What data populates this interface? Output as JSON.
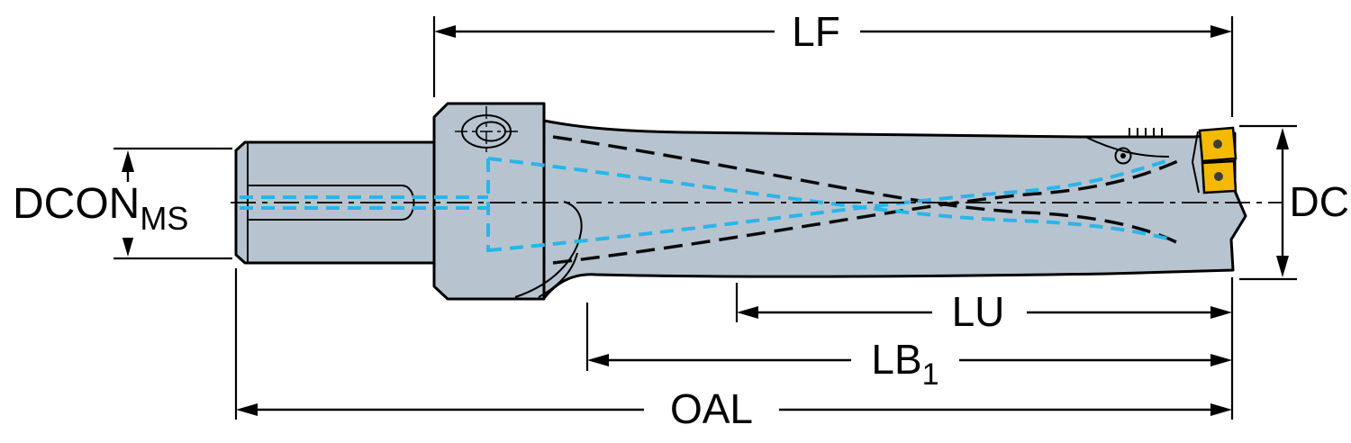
{
  "diagram": {
    "name": "indexable-insert-drill-dimension-diagram",
    "dimensions": {
      "lf": {
        "label": "LF"
      },
      "dcon": {
        "label": "DCON",
        "subscript": "MS"
      },
      "dc": {
        "label": "DC"
      },
      "lu": {
        "label": "LU"
      },
      "lb1": {
        "label": "LB",
        "subscript": "1"
      },
      "oal": {
        "label": "OAL"
      }
    },
    "colors": {
      "body_fill": "#b7c4cf",
      "outline": "#000000",
      "coolant_line": "#2ab5e8",
      "insert_fill": "#f4ba00",
      "screw": "#3d3d3d",
      "background": "#ffffff"
    }
  }
}
